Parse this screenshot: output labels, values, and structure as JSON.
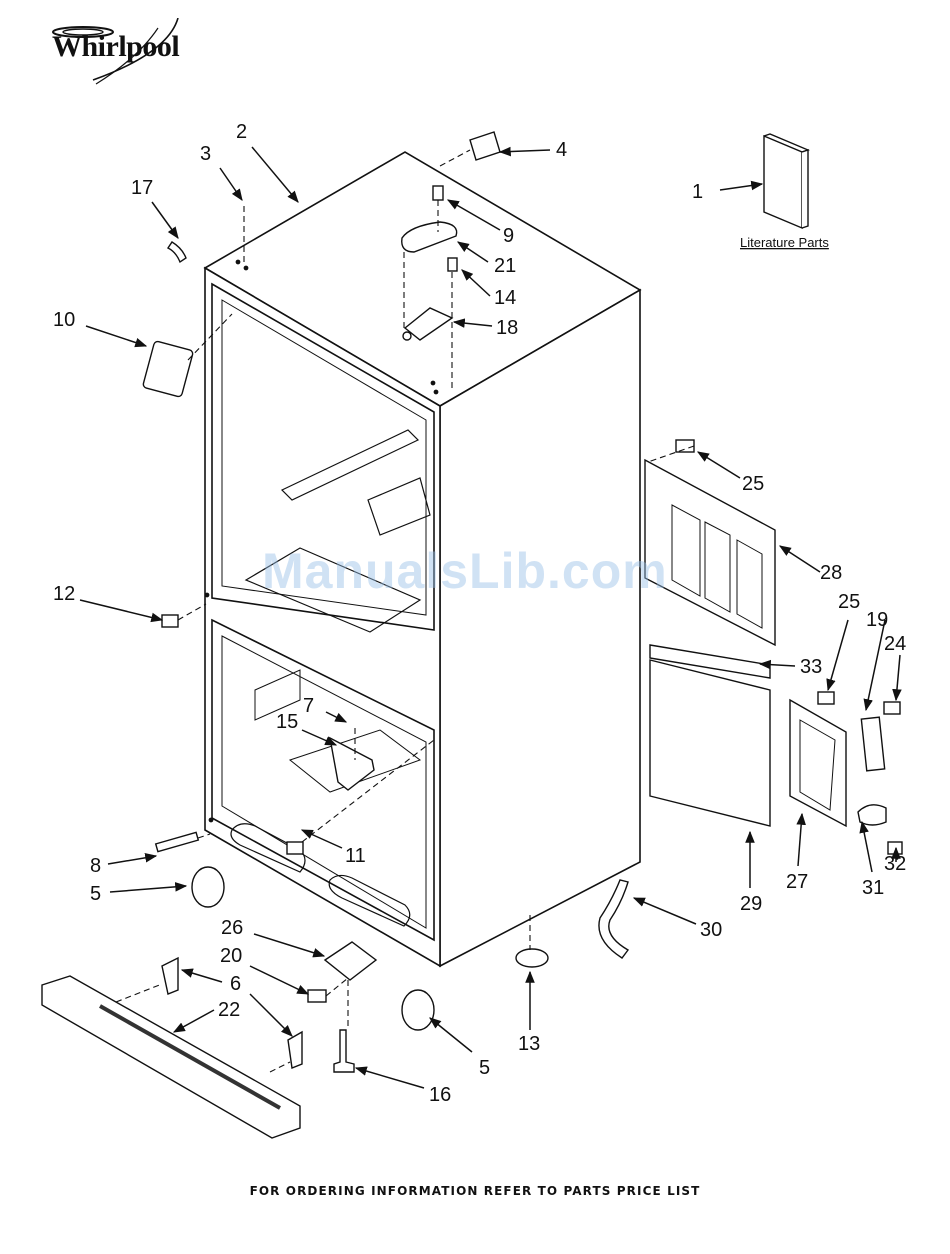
{
  "brand": {
    "name": "Whirlpool"
  },
  "watermark": "ManualsLib.com",
  "footer": "FOR ORDERING INFORMATION REFER TO PARTS PRICE LIST",
  "literature_label": "Literature Parts",
  "colors": {
    "ink": "#111111",
    "watermark": "#96bee6"
  },
  "callouts": [
    {
      "id": "c1",
      "label": "1"
    },
    {
      "id": "c2",
      "label": "2"
    },
    {
      "id": "c3",
      "label": "3"
    },
    {
      "id": "c4",
      "label": "4"
    },
    {
      "id": "c5a",
      "label": "5"
    },
    {
      "id": "c5b",
      "label": "5"
    },
    {
      "id": "c6",
      "label": "6"
    },
    {
      "id": "c7",
      "label": "7"
    },
    {
      "id": "c8",
      "label": "8"
    },
    {
      "id": "c9",
      "label": "9"
    },
    {
      "id": "c10",
      "label": "10"
    },
    {
      "id": "c11",
      "label": "11"
    },
    {
      "id": "c12",
      "label": "12"
    },
    {
      "id": "c13",
      "label": "13"
    },
    {
      "id": "c14",
      "label": "14"
    },
    {
      "id": "c15",
      "label": "15"
    },
    {
      "id": "c16",
      "label": "16"
    },
    {
      "id": "c17",
      "label": "17"
    },
    {
      "id": "c18",
      "label": "18"
    },
    {
      "id": "c19",
      "label": "19"
    },
    {
      "id": "c20",
      "label": "20"
    },
    {
      "id": "c21",
      "label": "21"
    },
    {
      "id": "c22",
      "label": "22"
    },
    {
      "id": "c24",
      "label": "24"
    },
    {
      "id": "c25a",
      "label": "25"
    },
    {
      "id": "c25b",
      "label": "25"
    },
    {
      "id": "c26",
      "label": "26"
    },
    {
      "id": "c27",
      "label": "27"
    },
    {
      "id": "c28",
      "label": "28"
    },
    {
      "id": "c29",
      "label": "29"
    },
    {
      "id": "c30",
      "label": "30"
    },
    {
      "id": "c31",
      "label": "31"
    },
    {
      "id": "c32",
      "label": "32"
    },
    {
      "id": "c33",
      "label": "33"
    }
  ]
}
